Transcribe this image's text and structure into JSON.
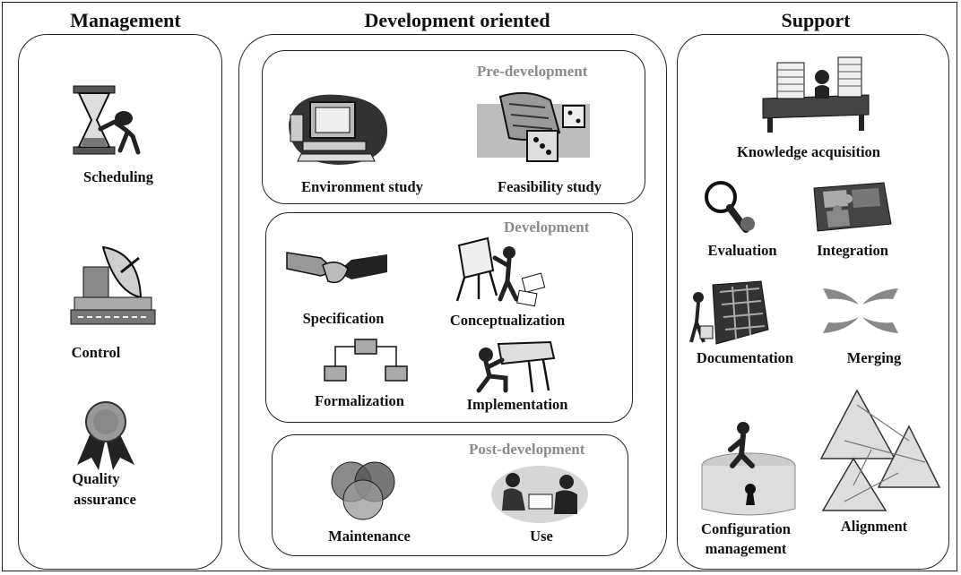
{
  "columns": {
    "management": "Management",
    "development": "Development oriented",
    "support": "Support"
  },
  "management": {
    "scheduling": "Scheduling",
    "control": "Control",
    "quality_1": "Quality",
    "quality_2": "assurance"
  },
  "development": {
    "pre": {
      "title": "Pre-development",
      "environment": "Environment study",
      "feasibility": "Feasibility study"
    },
    "dev": {
      "title": "Development",
      "specification": "Specification",
      "conceptualization": "Conceptualization",
      "formalization": "Formalization",
      "implementation": "Implementation"
    },
    "post": {
      "title": "Post-development",
      "maintenance": "Maintenance",
      "use": "Use"
    }
  },
  "support": {
    "knowledge": "Knowledge acquisition",
    "evaluation": "Evaluation",
    "integration": "Integration",
    "documentation": "Documentation",
    "merging": "Merging",
    "config_1": "Configuration",
    "config_2": "management",
    "alignment": "Alignment"
  }
}
